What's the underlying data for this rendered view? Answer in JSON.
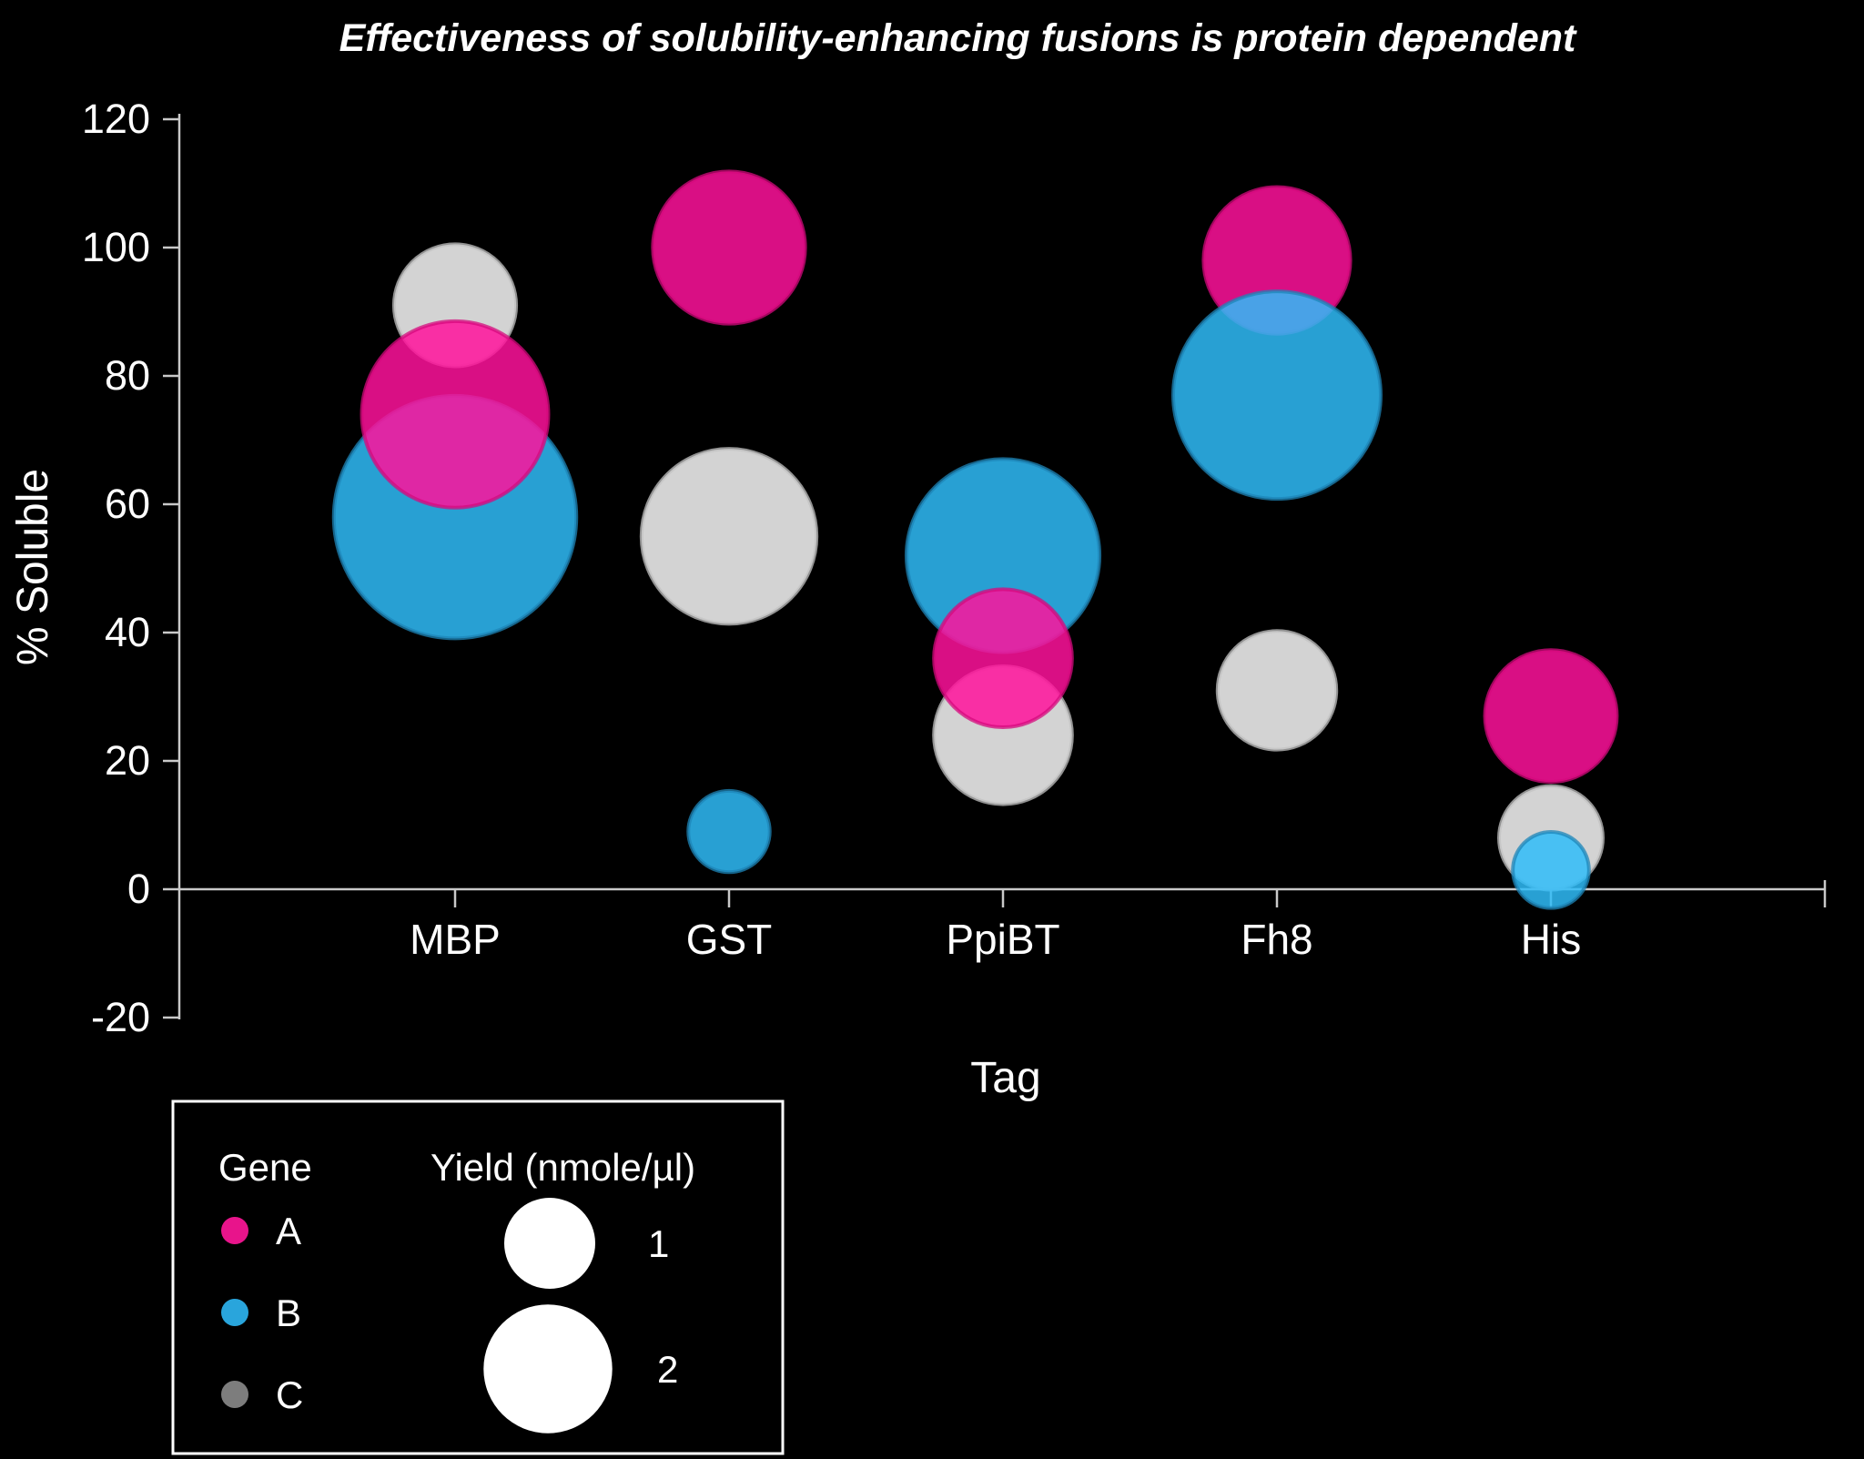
{
  "title": "Effectiveness of solubility-enhancing fusions is protein dependent",
  "y_axis": {
    "label": "% Soluble",
    "ticks": [
      120,
      100,
      80,
      60,
      40,
      20,
      0,
      -20
    ]
  },
  "x_axis": {
    "label": "Tag",
    "categories": [
      "MBP",
      "GST",
      "PpiBT",
      "Fh8",
      "His"
    ]
  },
  "legend": {
    "gene": {
      "title": "Gene",
      "items": [
        {
          "label": "A",
          "color": "#E8148B"
        },
        {
          "label": "B",
          "color": "#29A5DC"
        },
        {
          "label": "C",
          "color": "#7D7D7D"
        }
      ]
    },
    "yield": {
      "title": "Yield (nmole/µl)",
      "sizes": [
        {
          "label": "1",
          "value": 1
        },
        {
          "label": "2",
          "value": 2
        }
      ]
    }
  },
  "chart_data": {
    "type": "bubble",
    "title": "Effectiveness of solubility-enhancing fusions is protein dependent",
    "xlabel": "Tag",
    "ylabel": "% Soluble",
    "ylim": [
      -20,
      120
    ],
    "y_ticks": [
      120,
      100,
      80,
      60,
      40,
      20,
      0,
      -20
    ],
    "x_categories": [
      "MBP",
      "GST",
      "PpiBT",
      "Fh8",
      "His"
    ],
    "grid": false,
    "legend_position": "bottom-left",
    "size_encoding": "area proportional to yield; legend radius 50px = 1 nmole/ul",
    "series": [
      {
        "name": "A",
        "color": "#FF129B",
        "stroke": "#D60A7E",
        "points": [
          {
            "tag": "MBP",
            "pct_soluble": 74,
            "yield": 4.2
          },
          {
            "tag": "GST",
            "pct_soluble": 100,
            "yield": 2.8
          },
          {
            "tag": "PpiBT",
            "pct_soluble": 36,
            "yield": 2.3
          },
          {
            "tag": "Fh8",
            "pct_soluble": 98,
            "yield": 2.6
          },
          {
            "tag": "His",
            "pct_soluble": 27,
            "yield": 2.1
          }
        ]
      },
      {
        "name": "B",
        "color": "#2FBCF8",
        "stroke": "#1E86B8",
        "points": [
          {
            "tag": "MBP",
            "pct_soluble": 58,
            "yield": 7.1
          },
          {
            "tag": "GST",
            "pct_soluble": 9,
            "yield": 0.8
          },
          {
            "tag": "PpiBT",
            "pct_soluble": 52,
            "yield": 4.5
          },
          {
            "tag": "Fh8",
            "pct_soluble": 77,
            "yield": 5.2
          },
          {
            "tag": "His",
            "pct_soluble": 3,
            "yield": 0.7
          }
        ]
      },
      {
        "name": "C",
        "color": "#F8F8F8",
        "stroke": "#C3C3C3",
        "points": [
          {
            "tag": "MBP",
            "pct_soluble": 91,
            "yield": 1.8
          },
          {
            "tag": "GST",
            "pct_soluble": 55,
            "yield": 3.7
          },
          {
            "tag": "PpiBT",
            "pct_soluble": 24,
            "yield": 2.3
          },
          {
            "tag": "Fh8",
            "pct_soluble": 31,
            "yield": 1.7
          },
          {
            "tag": "His",
            "pct_soluble": 8,
            "yield": 1.3
          }
        ]
      }
    ],
    "draw_order": [
      [
        "MBP",
        "C"
      ],
      [
        "MBP",
        "B"
      ],
      [
        "MBP",
        "A"
      ],
      [
        "GST",
        "A"
      ],
      [
        "GST",
        "C"
      ],
      [
        "GST",
        "B"
      ],
      [
        "PpiBT",
        "B"
      ],
      [
        "PpiBT",
        "C"
      ],
      [
        "PpiBT",
        "A"
      ],
      [
        "Fh8",
        "A"
      ],
      [
        "Fh8",
        "C"
      ],
      [
        "Fh8",
        "B"
      ],
      [
        "His",
        "A"
      ],
      [
        "His",
        "C"
      ],
      [
        "His",
        "B"
      ]
    ]
  },
  "style": {
    "background": "#000000",
    "axis_color": "#C9C9C9",
    "text_color": "#FFFFFF"
  }
}
